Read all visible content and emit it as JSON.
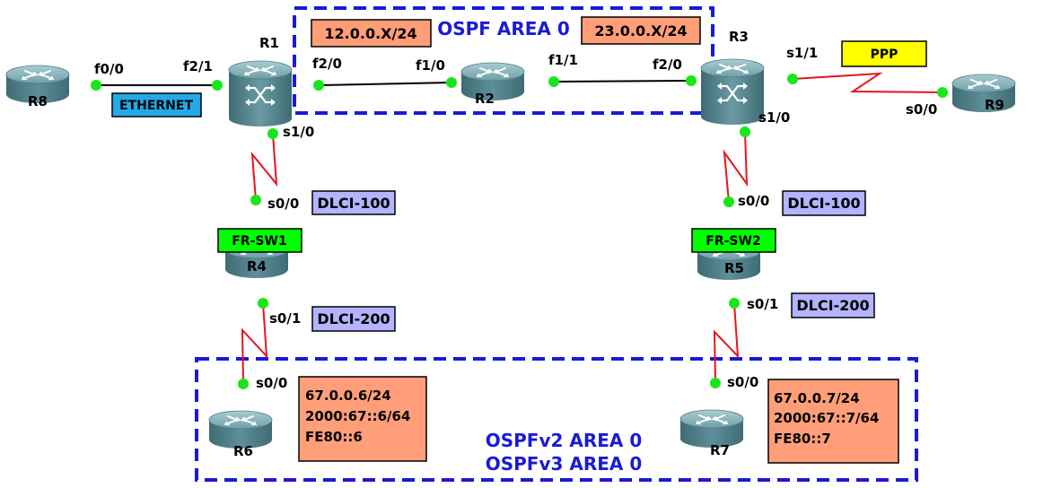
{
  "colors": {
    "link_ethernet": "#000000",
    "link_serial": "#e8141c",
    "interface_dot": "#19e619",
    "area_border": "#1a1ad6",
    "area_text": "#1a1ad6",
    "router_body": "#55858f",
    "router_top": "#8fb7be",
    "box_orange": "#ff9e78",
    "box_purple": "#b3b3ff",
    "box_yellow": "#ffff00",
    "box_green": "#00ff00",
    "box_blue": "#22a9e8"
  },
  "areas": {
    "top": {
      "label": "OSPF AREA 0"
    },
    "bottom": {
      "line1": "OSPFv2 AREA 0",
      "line2": "OSPFv3 AREA 0"
    }
  },
  "routers": {
    "r1": {
      "name": "R1",
      "icon": "layer3-switch-icon"
    },
    "r2": {
      "name": "R2",
      "icon": "router-icon"
    },
    "r3": {
      "name": "R3",
      "icon": "layer3-switch-icon"
    },
    "r4": {
      "name": "R4",
      "icon": "router-icon"
    },
    "r5": {
      "name": "R5",
      "icon": "router-icon"
    },
    "r6": {
      "name": "R6",
      "icon": "router-icon"
    },
    "r7": {
      "name": "R7",
      "icon": "router-icon"
    },
    "r8": {
      "name": "R8",
      "icon": "router-icon"
    },
    "r9": {
      "name": "R9",
      "icon": "router-icon"
    }
  },
  "interfaces": {
    "r8_f00": "f0/0",
    "r1_f21": "f2/1",
    "r1_f20": "f2/0",
    "r1_s10": "s1/0",
    "r2_f10": "f1/0",
    "r2_f11": "f1/1",
    "r3_f20": "f2/0",
    "r3_s11": "s1/1",
    "r3_s10": "s1/0",
    "r9_s00": "s0/0",
    "r4_s00": "s0/0",
    "r4_s01": "s0/1",
    "r5_s00": "s0/0",
    "r5_s01": "s0/1",
    "r6_s00": "s0/0",
    "r7_s00": "s0/0"
  },
  "labels": {
    "ethernet": "ETHERNET",
    "ppp": "PPP",
    "fr_sw1": "FR-SW1",
    "fr_sw2": "FR-SW2",
    "dlci_r4_top": "DLCI-100",
    "dlci_r4_bottom": "DLCI-200",
    "dlci_r5_top": "DLCI-100",
    "dlci_r5_bottom": "DLCI-200",
    "subnet_r1_r2": "12.0.0.X/24",
    "subnet_r2_r3": "23.0.0.X/24"
  },
  "addresses": {
    "r6": [
      "67.0.0.6/24",
      "2000:67::6/64",
      "FE80::6"
    ],
    "r7": [
      "67.0.0.7/24",
      "2000:67::7/64",
      "FE80::7"
    ]
  }
}
